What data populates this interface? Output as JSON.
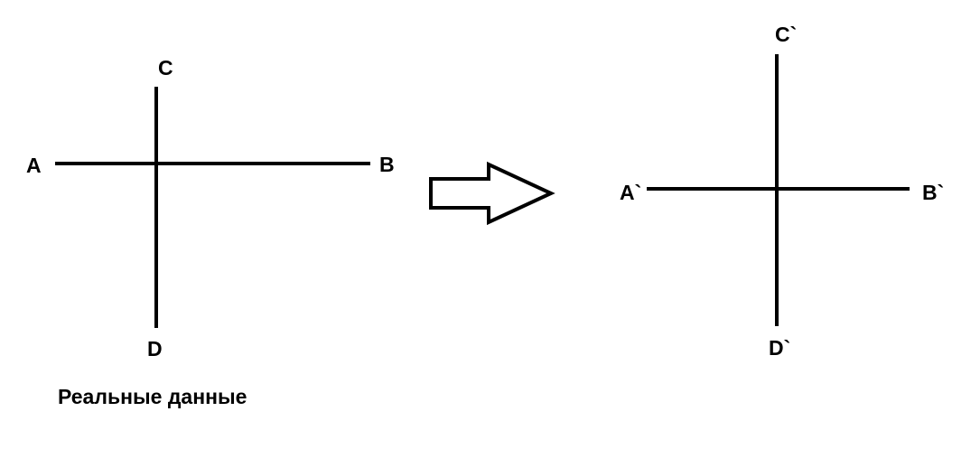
{
  "left_diagram": {
    "labels": {
      "a": "A",
      "b": "B",
      "c": "C",
      "d": "D"
    },
    "caption": "Реальные данные"
  },
  "right_diagram": {
    "labels": {
      "a": "A`",
      "b": "B`",
      "c": "C`",
      "d": "D`"
    }
  },
  "colors": {
    "line": "#000000",
    "background": "#ffffff"
  },
  "icons": {
    "transform_arrow": "right-arrow-outline-icon"
  }
}
